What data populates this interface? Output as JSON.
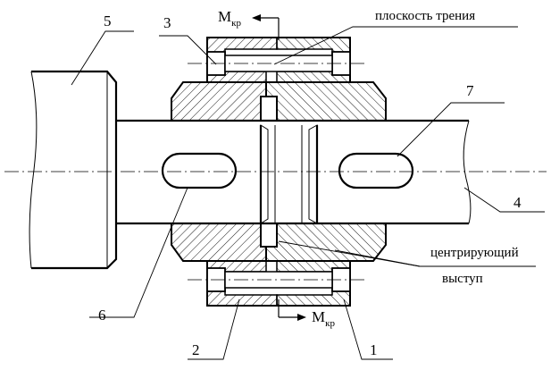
{
  "labels": {
    "n1": "1",
    "n2": "2",
    "n3": "3",
    "n4": "4",
    "n5": "5",
    "n6": "6",
    "n7": "7"
  },
  "torque": {
    "main": "M",
    "sub": "кр"
  },
  "callouts": {
    "friction_plane": "плоскость трения",
    "centering_line1": "центрирующий",
    "centering_line2": "выступ"
  }
}
